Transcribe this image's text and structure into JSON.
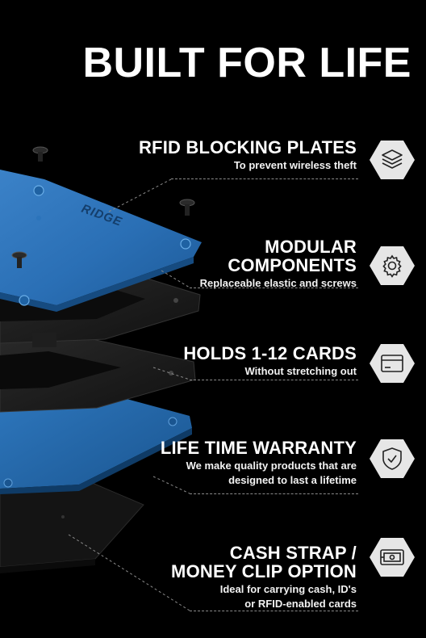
{
  "headline": "BUILT FOR LIFE",
  "brand_mark": "RIDGE",
  "features": [
    {
      "title": "RFID BLOCKING PLATES",
      "subtitle": "To prevent wireless theft",
      "icon": "layers-icon"
    },
    {
      "title_line1": "MODULAR",
      "title_line2": "COMPONENTS",
      "subtitle": "Replaceable elastic and screws",
      "icon": "gear-icon"
    },
    {
      "title": "HOLDS 1-12 CARDS",
      "subtitle": "Without stretching out",
      "icon": "card-icon"
    },
    {
      "title": "LIFE TIME WARRANTY",
      "subtitle_line1": "We make quality products that are",
      "subtitle_line2": "designed to last a lifetime",
      "icon": "shield-check-icon"
    },
    {
      "title_line1": "CASH STRAP /",
      "title_line2": "MONEY CLIP OPTION",
      "subtitle_line1": "Ideal for carrying cash, ID's",
      "subtitle_line2": "or RFID-enabled cards",
      "icon": "cash-strap-icon"
    }
  ],
  "colors": {
    "background": "#000000",
    "plate_blue": "#2a6fb5",
    "plate_dark": "#1a1a1a",
    "badge_fill": "#e6e6e6",
    "icon_stroke": "#222222",
    "divider": "#8a8a8a"
  }
}
